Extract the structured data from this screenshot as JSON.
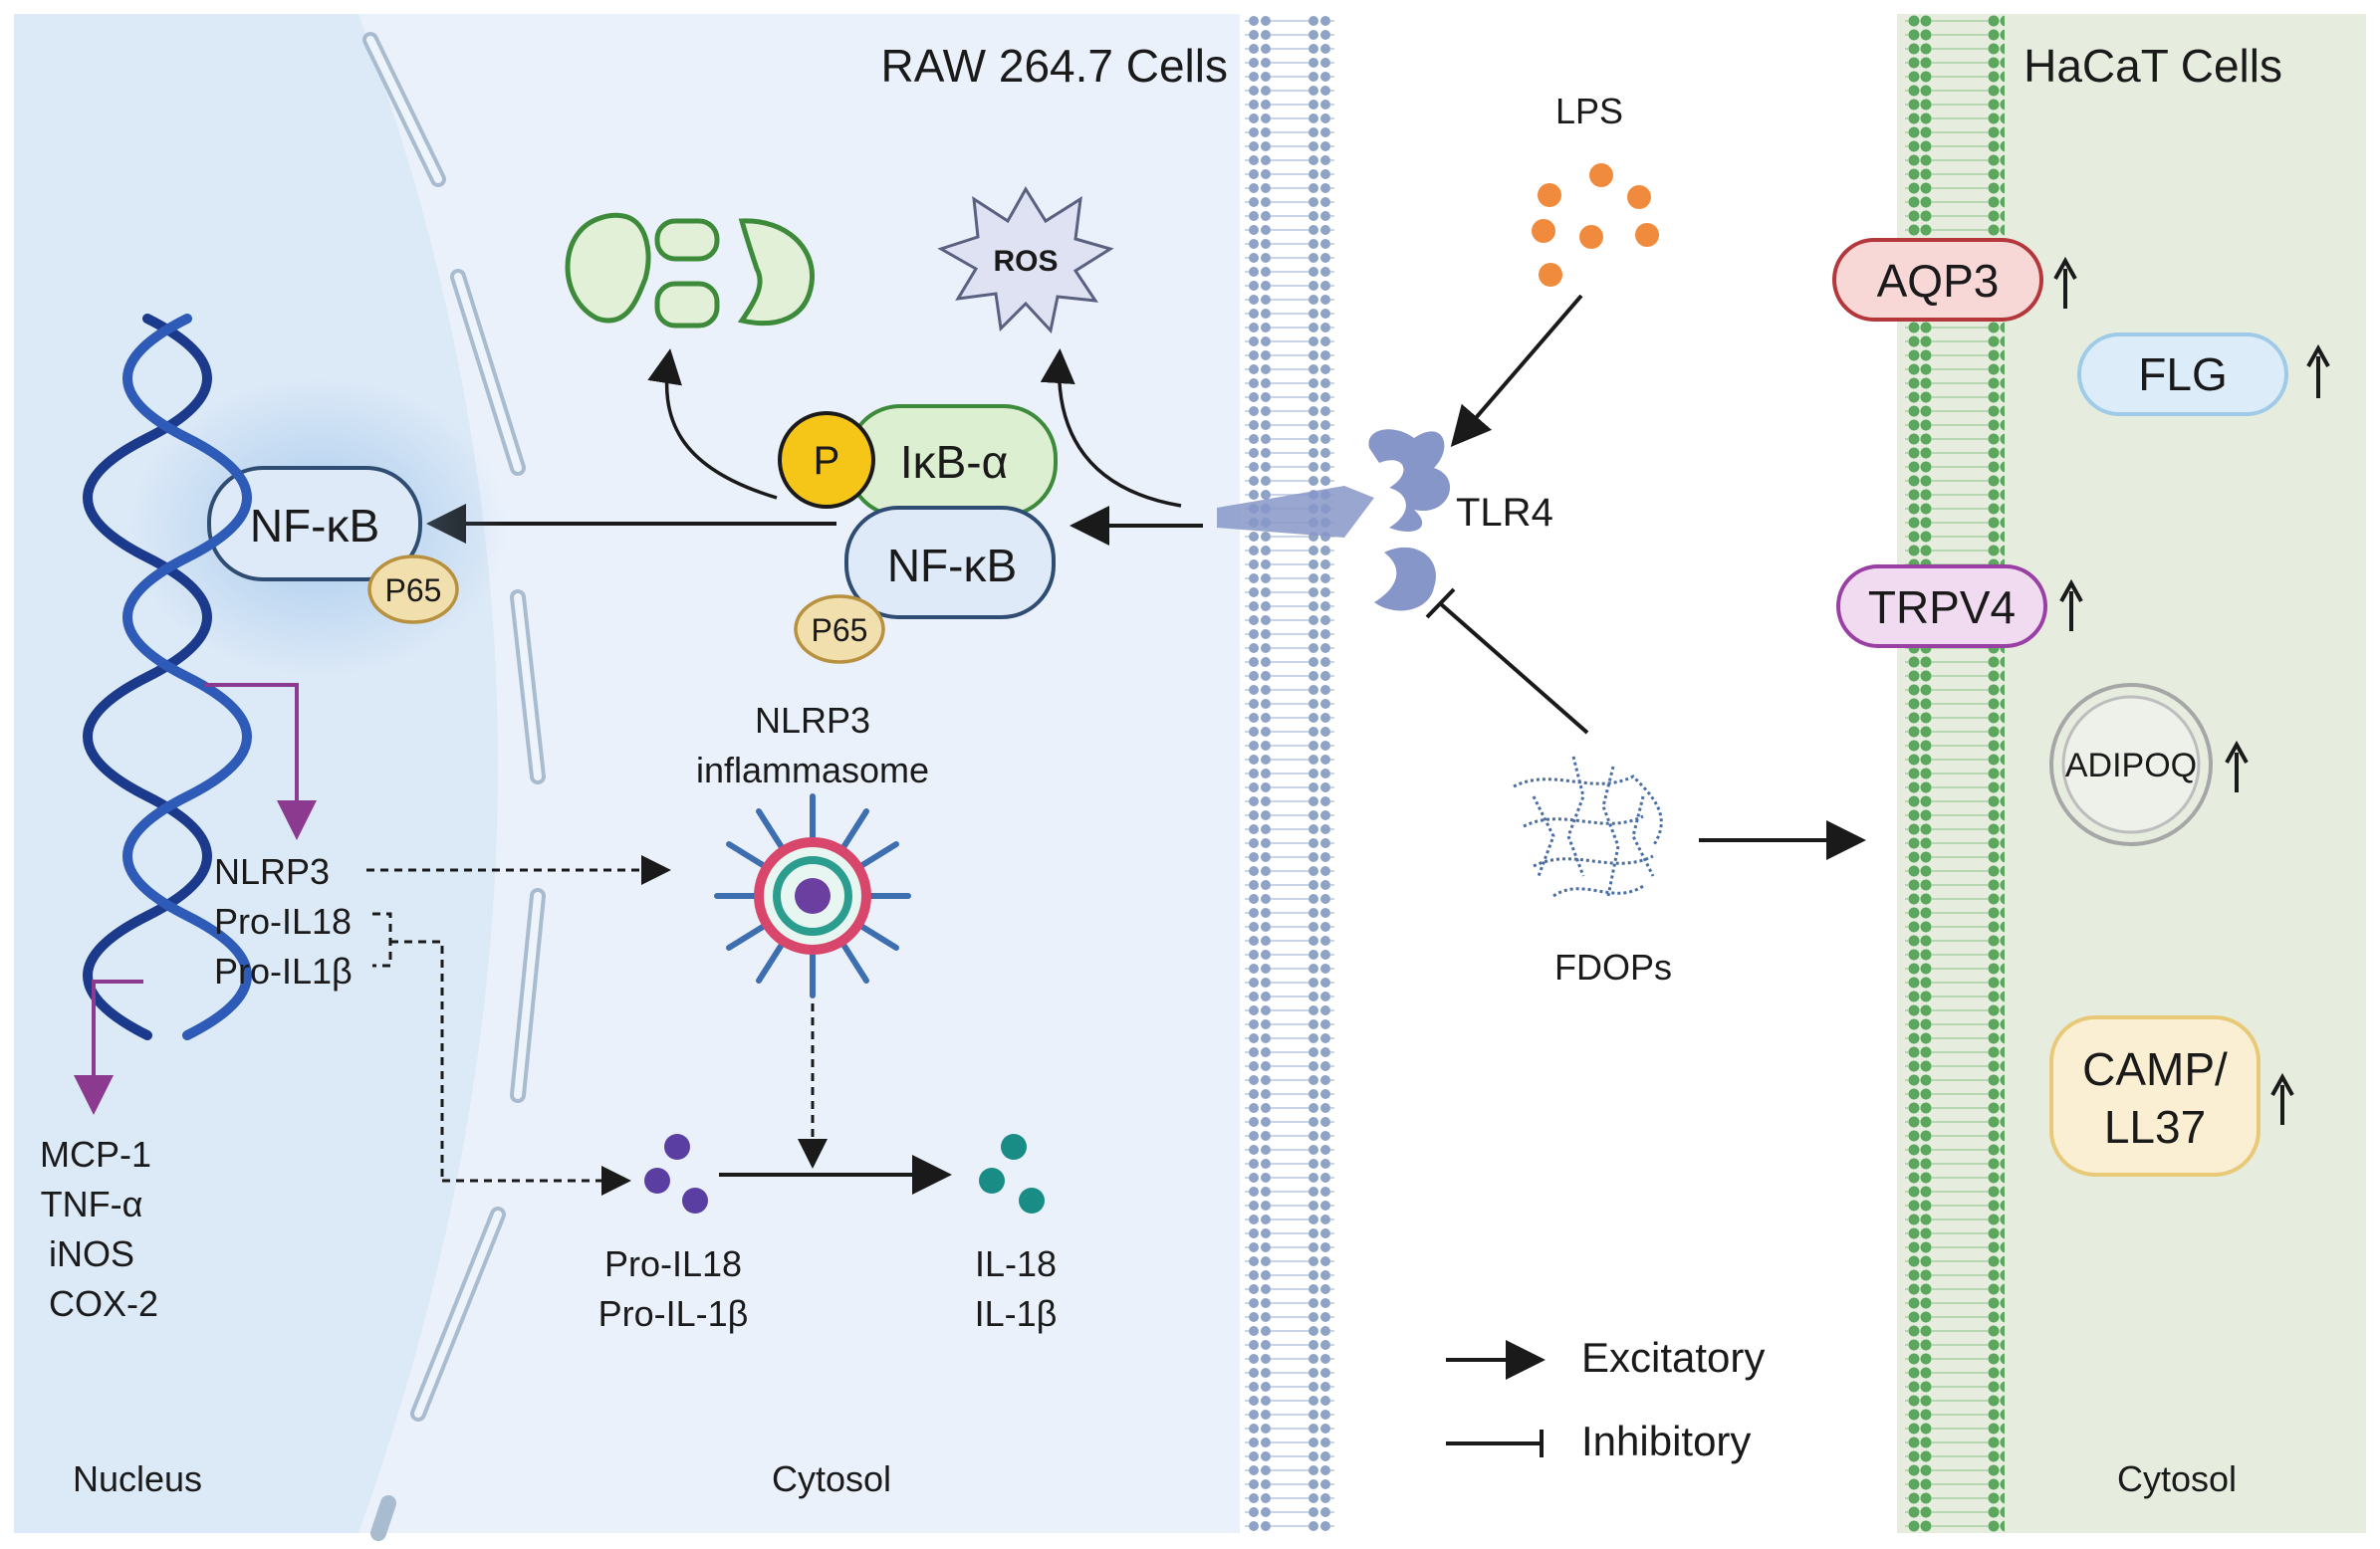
{
  "panels": {
    "raw_title": "RAW 264.7 Cells",
    "hacat_title": "HaCaT Cells",
    "nucleus_label": "Nucleus",
    "cytosol_left_label": "Cytosol",
    "cytosol_right_label": "Cytosol"
  },
  "stimuli": {
    "lps": "LPS",
    "tlr4": "TLR4",
    "fdops": "FDOPs",
    "ros": "ROS"
  },
  "complex": {
    "phospho": "P",
    "ikb": "IκB-α",
    "nfkb": "NF-κB",
    "p65": "P65"
  },
  "nuclear": {
    "nfkb": "NF-κB",
    "p65": "P65",
    "genes": [
      "NLRP3",
      "Pro-IL18",
      "Pro-IL1β"
    ],
    "cytokines": [
      "MCP-1",
      "TNF-α",
      "iNOS",
      "COX-2"
    ]
  },
  "inflammasome": {
    "title_lines": [
      "NLRP3",
      "inflammasome"
    ],
    "pro_lines": [
      "Pro-IL18",
      "Pro-IL-1β"
    ],
    "mature_lines": [
      "IL-18",
      "IL-1β"
    ]
  },
  "hacat_markers": {
    "aqp3": "AQP3",
    "flg": "FLG",
    "trpv4": "TRPV4",
    "adipoq": "ADIPOQ",
    "camp_lines": [
      "CAMP/",
      "LL37"
    ]
  },
  "legend": {
    "excitatory": "Excitatory",
    "inhibitory": "Inhibitory"
  },
  "colors": {
    "left_bg": "#eaf1fb",
    "nucleus_bg": "#dce9f7",
    "right_bg": "#e6eddf",
    "membrane_left": "#8ea3c6",
    "membrane_right": "#5aa75d",
    "nfkb_fill": "#dfeaf8",
    "nfkb_stroke": "#2f4d72",
    "ikb_fill": "#dcefd0",
    "ikb_stroke": "#3d8a3a",
    "p_fill": "#f5c518",
    "p65_fill": "#f2dfae",
    "lps_dot": "#f08a3c",
    "dna": "#1b3a8c",
    "purple_arrow": "#8b3a8f",
    "aqp3_fill": "#f8d7d7",
    "aqp3_stroke": "#b3373b",
    "flg_fill": "#dcecf8",
    "trpv4_fill": "#f1dbf1",
    "trpv4_stroke": "#9a3fa3",
    "camp_fill": "#fbefd3",
    "camp_stroke": "#e8c978",
    "tlr4": "#8796c8"
  },
  "icons": [
    "mitochondria-icon",
    "ros-burst-icon",
    "lps-particles-icon",
    "tlr4-receptor-icon",
    "dna-helix-icon",
    "inflammasome-icon",
    "fdops-polysaccharide-icon"
  ]
}
